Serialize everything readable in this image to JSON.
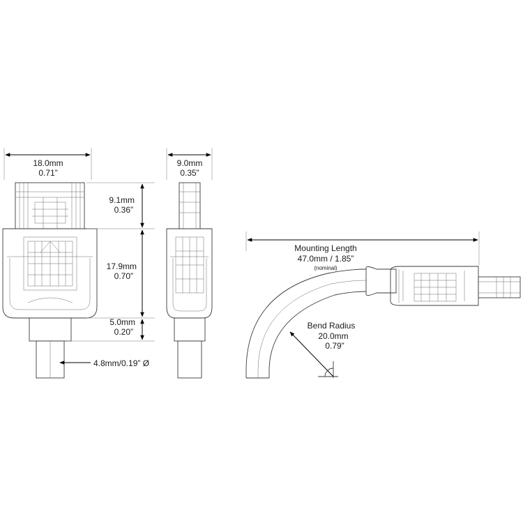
{
  "front_view": {
    "width_mm": "18.0mm",
    "width_in": "0.71”",
    "height1_mm": "9.1mm",
    "height1_in": "0.36”",
    "height2_mm": "17.9mm",
    "height2_in": "0.70”",
    "height3_mm": "5.0mm",
    "height3_in": "0.20”",
    "cable_diameter": "4.8mm/0.19” Ø"
  },
  "side_view": {
    "width_mm": "9.0mm",
    "width_in": "0.35”"
  },
  "bend_view": {
    "mounting_label": "Mounting Length",
    "mounting_value": "47.0mm / 1.85”",
    "mounting_note": "(nominal)",
    "bend_label": "Bend Radius",
    "bend_mm": "20.0mm",
    "bend_in": "0.79”"
  }
}
